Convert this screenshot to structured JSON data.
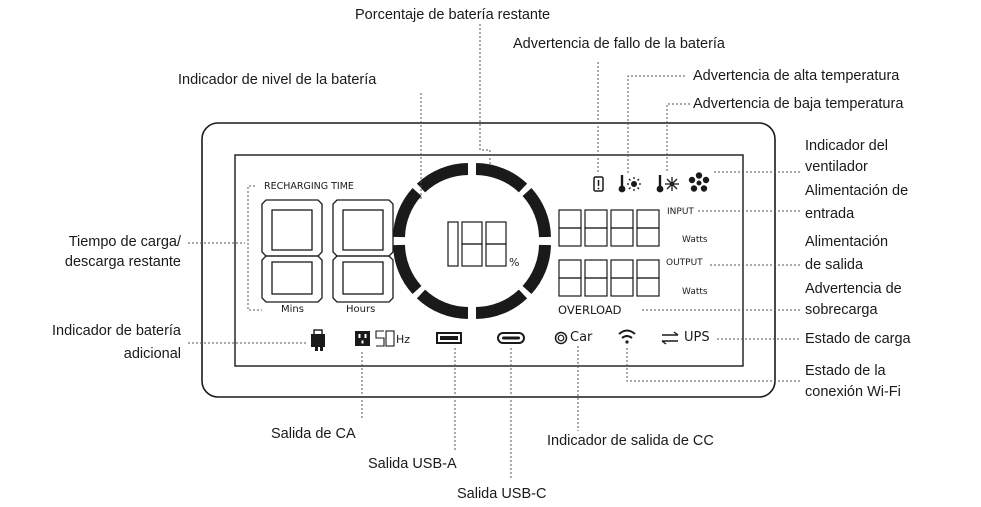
{
  "labels": {
    "battery_percentage": "Porcentaje de batería restante",
    "battery_fault": "Advertencia de fallo de la batería",
    "battery_level": "Indicador de nivel de la batería",
    "high_temp": "Advertencia de alta temperatura",
    "low_temp": "Advertencia de baja temperatura",
    "fan_line1": "Indicador del",
    "fan_line2": "ventilador",
    "input_line1": "Alimentación de",
    "input_line2": "entrada",
    "output_line1": "Alimentación",
    "output_line2": "de salida",
    "overload_line1": "Advertencia de",
    "overload_line2": "sobrecarga",
    "time_line1": "Tiempo de carga/",
    "time_line2": "descarga restante",
    "extra_batt_line1": "Indicador de batería",
    "extra_batt_line2": "adicional",
    "charge_state": "Estado de carga",
    "wifi_line1": "Estado de la",
    "wifi_line2": "conexión Wi-Fi",
    "ac_out": "Salida de CA",
    "usb_a": "Salida USB-A",
    "dc_out": "Indicador de salida de CC",
    "usb_c": "Salida USB-C"
  },
  "display": {
    "recharging_time": "RECHARGING TIME",
    "time_digits": "88",
    "mins": "Mins",
    "hours": "Hours",
    "percent_value": "188",
    "percent_sign": "%",
    "input_label": "INPUT",
    "output_label": "OUTPUT",
    "input_digits": "8888",
    "output_digits": "8888",
    "watts_1": "Watts",
    "watts_2": "Watts",
    "overload": "OVERLOAD",
    "hz_digits": "50",
    "hz_unit": "Hz",
    "car": "Car",
    "ups": "UPS"
  },
  "icons": [
    "battery-fault-icon",
    "high-temp-icon",
    "low-temp-icon",
    "fan-icon",
    "extra-battery-icon",
    "ac-outlet-icon",
    "usb-a-icon",
    "usb-c-icon",
    "car-icon",
    "wifi-icon",
    "ups-arrows-icon"
  ]
}
